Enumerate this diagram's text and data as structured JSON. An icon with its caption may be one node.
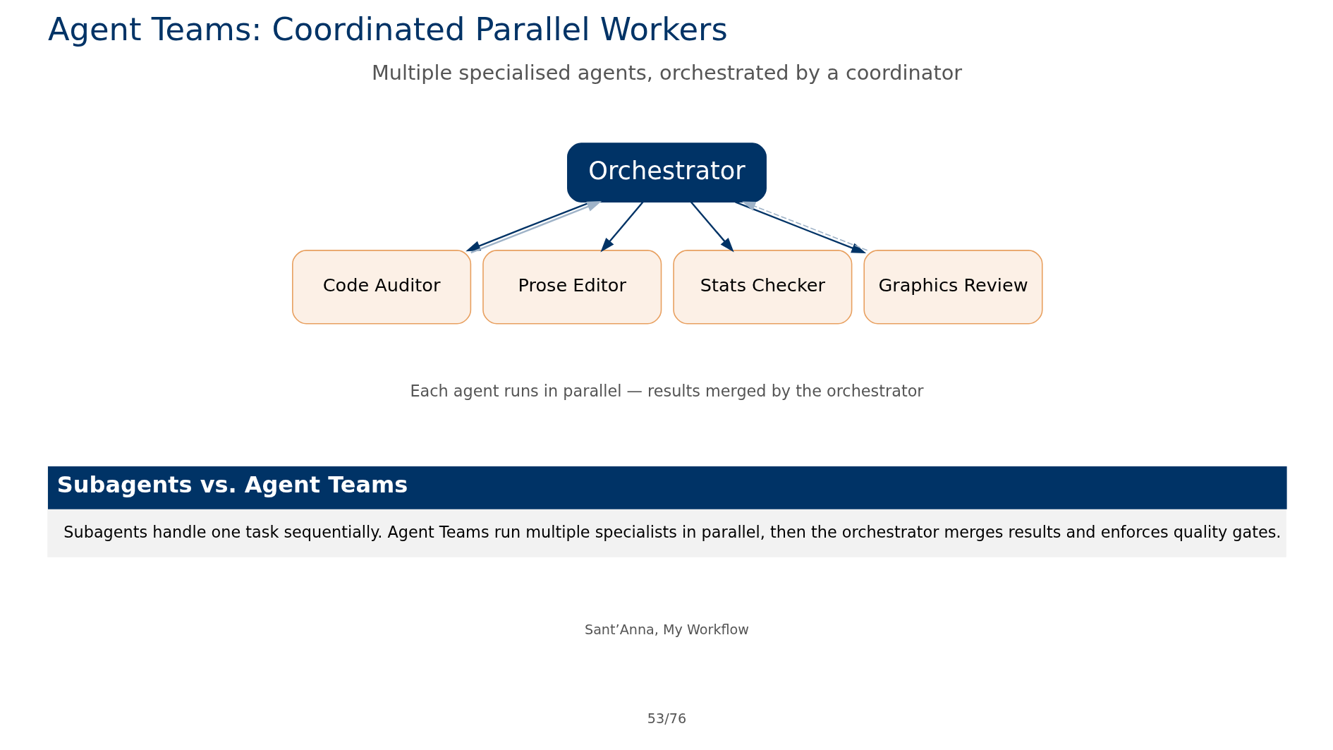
{
  "diagram": {
    "title": "Agent Teams: Coordinated Parallel Workers",
    "nodes": [
      {
        "text": [
          "Orchestrator"
        ]
      },
      {
        "text": [
          "Code Auditor"
        ]
      },
      {
        "text": [
          "Prose Editor"
        ]
      },
      {
        "text": [
          "Stats Checker"
        ]
      },
      {
        "text": [
          "Graphics Review"
        ]
      },
      {
        "text": [
          "Subagents vs. Agent Teams",
          "Subagents handle one task sequentially. Agent Teams run multiple specialists in parallel, then the orchestrator merges results and enforces quality gates."
        ]
      }
    ],
    "edges": [
      {
        "from": 0,
        "to": 1,
        "arrow": "to"
      },
      {
        "from": 0,
        "to": 2,
        "arrow": "to"
      },
      {
        "from": 0,
        "to": 3,
        "arrow": "to"
      },
      {
        "from": 0,
        "to": 4,
        "arrow": "to"
      },
      {
        "from": 1,
        "to": 0,
        "arrow": "to",
        "color": "#9fb3c8"
      },
      {
        "from": 4,
        "to": 0,
        "arrow": "to",
        "style": "dashed",
        "color": "#9fb3c8"
      }
    ],
    "labels": [
      "Multiple specialised agents, orchestrated by a coordinator",
      "Each agent runs in parallel — results merged by the orchestrator",
      "Sant’Anna, My Workflow",
      "53/76"
    ]
  }
}
